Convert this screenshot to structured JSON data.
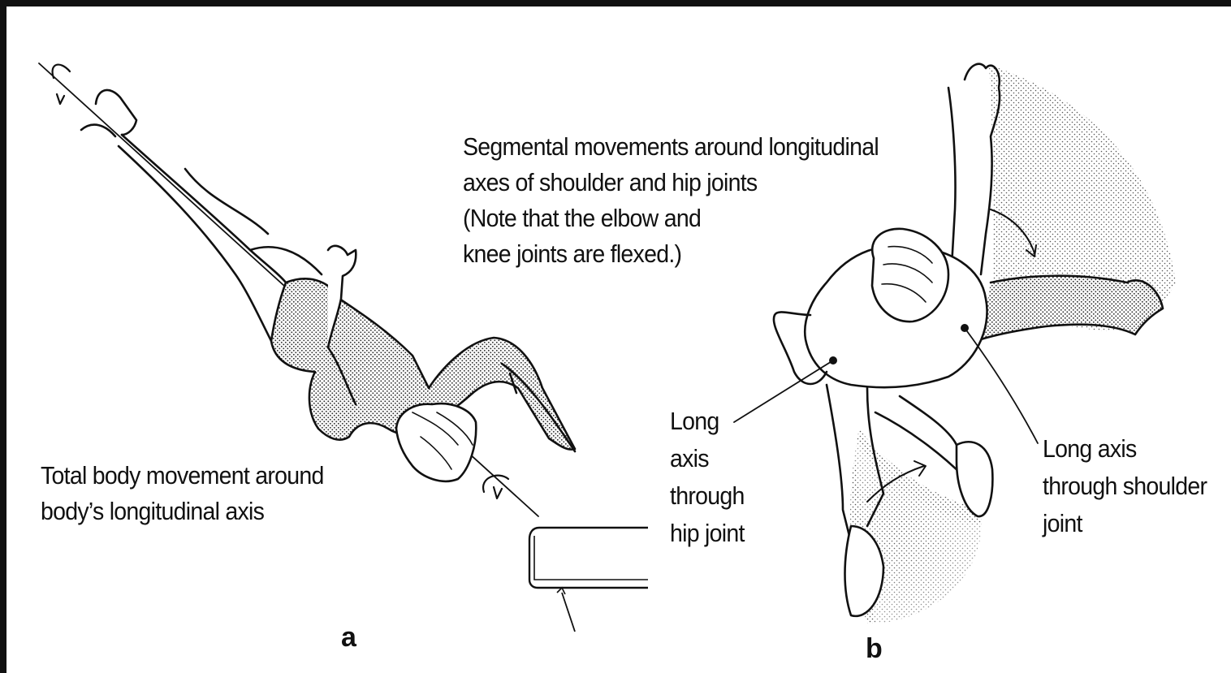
{
  "labels": {
    "segmental": [
      "Segmental movements around longitudinal",
      "axes of shoulder and hip joints",
      "(Note that the elbow and",
      "knee joints are flexed.)"
    ],
    "total_body": [
      "Total body movement around",
      "body’s longitudinal axis"
    ],
    "hip_axis": [
      "Long",
      "axis",
      "through",
      "hip joint"
    ],
    "shoulder_axis": [
      "Long axis",
      "through shoulder",
      "joint"
    ]
  },
  "panels": {
    "a": "a",
    "b": "b"
  },
  "colors": {
    "ink": "#111111",
    "background": "#ffffff",
    "border": "#111111"
  }
}
